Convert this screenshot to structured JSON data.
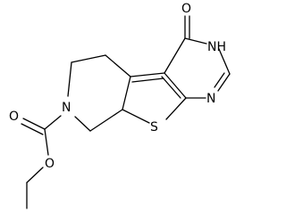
{
  "molecule": {
    "atoms": {
      "o_carbonyl_top": "O",
      "nh": "NH",
      "n_pyrimidine": "N",
      "s_thiophene": "S",
      "n_piperidine": "N",
      "o_ester_carbonyl": "O",
      "o_ester": "O"
    }
  }
}
